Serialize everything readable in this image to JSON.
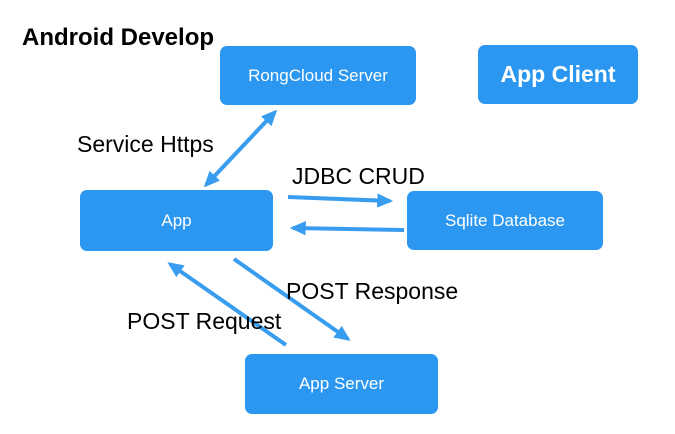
{
  "title": "Android Develop",
  "colors": {
    "node_fill": "#2B97F0",
    "arrow": "#389DEE",
    "node_text": "#FFFFFF",
    "label_text": "#000000",
    "background": "#FFFFFF"
  },
  "nodes": {
    "rongcloud_server": {
      "label": "RongCloud Server"
    },
    "app_client": {
      "label": "App Client"
    },
    "app": {
      "label": "App"
    },
    "sqlite_database": {
      "label": "Sqlite Database"
    },
    "app_server": {
      "label": "App Server"
    }
  },
  "edge_labels": {
    "service_https": "Service Https",
    "jdbc_crud": "JDBC CRUD",
    "post_response": "POST Response",
    "post_request": "POST Request"
  },
  "arrows": [
    {
      "name": "service-https",
      "from": "app",
      "to": "rongcloud_server",
      "heads": "both"
    },
    {
      "name": "jdbc-to-sqlite",
      "from": "app",
      "to": "sqlite_database",
      "heads": "end"
    },
    {
      "name": "sqlite-to-app",
      "from": "sqlite_database",
      "to": "app",
      "heads": "end"
    },
    {
      "name": "appserver-to-app",
      "from": "app_server",
      "to": "app",
      "heads": "end"
    },
    {
      "name": "app-to-appserver",
      "from": "app",
      "to": "app_server",
      "heads": "end"
    }
  ]
}
